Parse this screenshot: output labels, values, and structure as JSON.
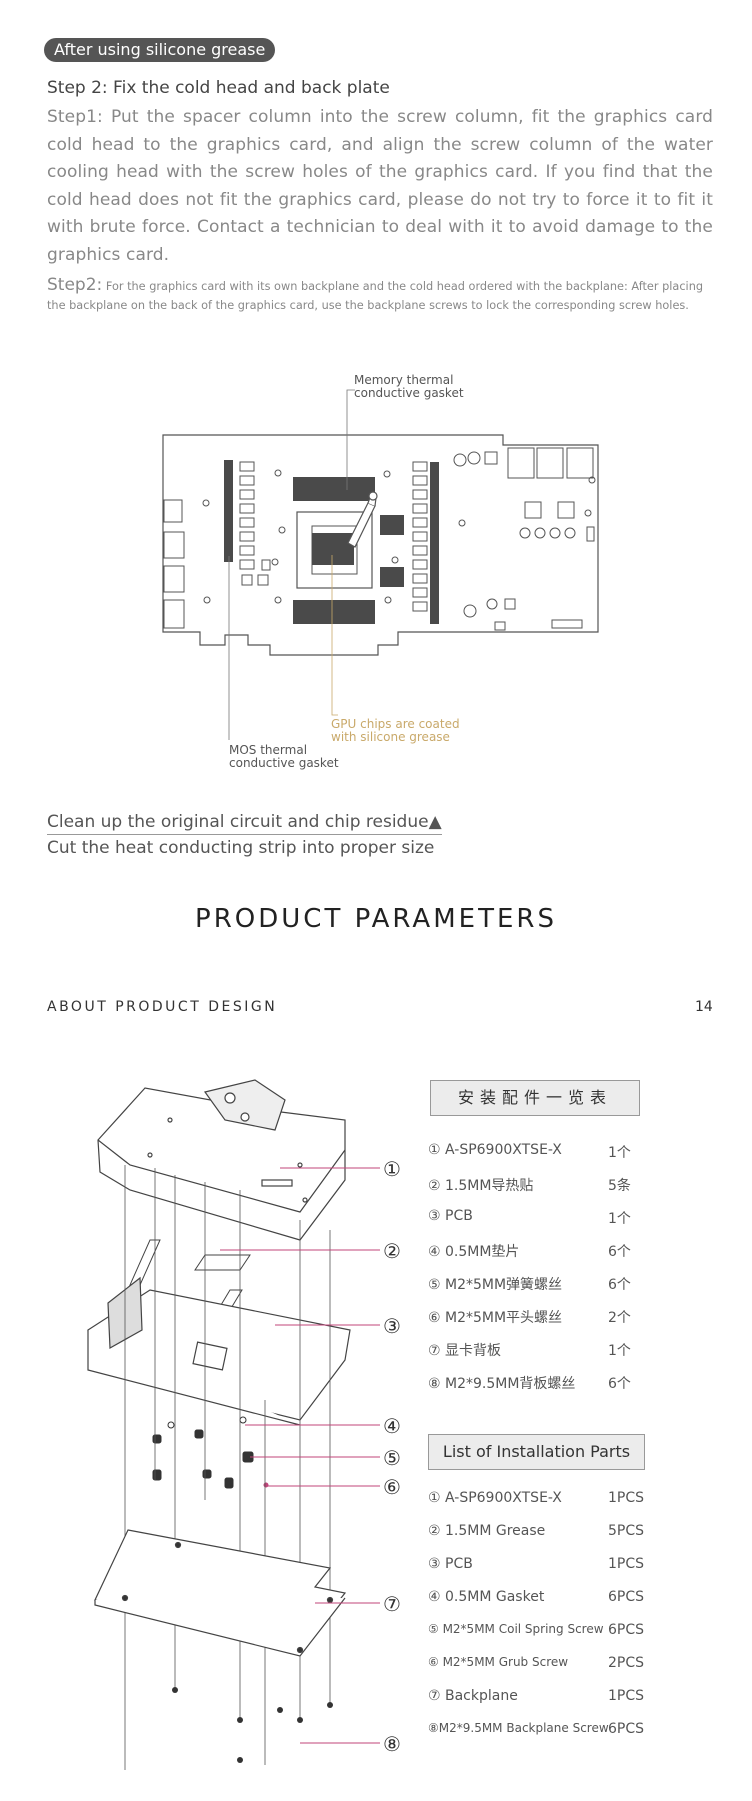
{
  "header": {
    "pill_label": "After using silicone grease",
    "step_heading": "Step 2: Fix the cold head and back plate",
    "step1": "Step1: Put the spacer column into the screw column, fit the graphics card cold head to the graphics card, and align the screw column of the water cooling head with the screw holes of the graphics card. If you find that the cold head does not fit the graphics card, please do not try to force it to fit it with brute force. Contact a technician to deal with it to avoid damage to the graphics card.",
    "step2_label": "Step2:",
    "step2_text": "For the graphics card with its own backplane and the cold head ordered with the backplane: After placing the backplane on the back of the graphics card, use the backplane screws to lock the corresponding screw holes."
  },
  "diagram": {
    "callout_memory_1": "Memory thermal",
    "callout_memory_2": "conductive gasket",
    "callout_gpu_1": "GPU chips are coated",
    "callout_gpu_2": "with silicone grease",
    "callout_mos_1": "MOS thermal",
    "callout_mos_2": "conductive gasket",
    "colors": {
      "callout_gold": "#c9a96a",
      "pad_gray": "#4a4a4a",
      "line": "#555555"
    }
  },
  "notes": {
    "line1": "Clean up the original circuit and chip residue▲",
    "line2": "Cut the heat conducting strip into proper size"
  },
  "section": {
    "title": "PRODUCT PARAMETERS",
    "subtitle": "ABOUT PRODUCT DESIGN",
    "page_number": "14"
  },
  "parts_cn": {
    "title": "安装配件一览表",
    "items": [
      {
        "name": "① A-SP6900XTSE-X",
        "qty": "1个"
      },
      {
        "name": "② 1.5MM导热贴",
        "qty": "5条"
      },
      {
        "name": "③ PCB",
        "qty": "1个"
      },
      {
        "name": "④ 0.5MM垫片",
        "qty": "6个"
      },
      {
        "name": "⑤ M2*5MM弹簧螺丝",
        "qty": "6个"
      },
      {
        "name": "⑥ M2*5MM平头螺丝",
        "qty": "2个"
      },
      {
        "name": "⑦ 显卡背板",
        "qty": "1个"
      },
      {
        "name": "⑧ M2*9.5MM背板螺丝",
        "qty": "6个"
      }
    ]
  },
  "parts_en": {
    "title": "List of Installation Parts",
    "items": [
      {
        "name": "① A-SP6900XTSE-X",
        "qty": "1PCS"
      },
      {
        "name": "② 1.5MM Grease",
        "qty": "5PCS"
      },
      {
        "name": "③ PCB",
        "qty": "1PCS"
      },
      {
        "name": "④ 0.5MM Gasket",
        "qty": "6PCS"
      },
      {
        "name": "⑤ M2*5MM Coil Spring Screw",
        "qty": "6PCS"
      },
      {
        "name": "⑥ M2*5MM Grub Screw",
        "qty": "2PCS"
      },
      {
        "name": "⑦ Backplane",
        "qty": "1PCS"
      },
      {
        "name": "⑧M2*9.5MM Backplane Screw",
        "qty": "6PCS"
      }
    ]
  },
  "exploded": {
    "markers": [
      "①",
      "②",
      "③",
      "④",
      "⑤",
      "⑥",
      "⑦",
      "⑧"
    ],
    "leader_color": "#c0457a"
  }
}
